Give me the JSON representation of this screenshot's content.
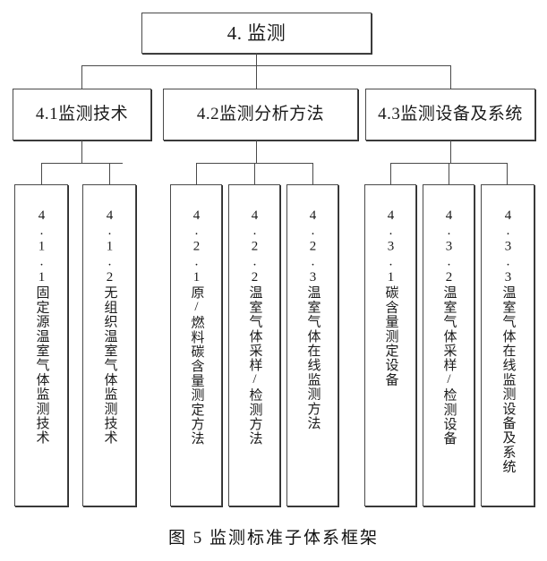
{
  "figure": {
    "caption": "图 5 监测标准子体系框架",
    "root": {
      "label": "4. 监测"
    },
    "level2": [
      {
        "id": "4.1",
        "label": "4.1监测技术"
      },
      {
        "id": "4.2",
        "label": "4.2监测分析方法"
      },
      {
        "id": "4.3",
        "label": "4.3监测设备及系统"
      }
    ],
    "level3": [
      {
        "id": "4.1.1",
        "parent": "4.1",
        "label": "4.1.1固定源温室气体监测技术"
      },
      {
        "id": "4.1.2",
        "parent": "4.1",
        "label": "4.1.2无组织温室气体监测技术"
      },
      {
        "id": "4.2.1",
        "parent": "4.2",
        "label": "4.2.1原/燃料碳含量测定方法"
      },
      {
        "id": "4.2.2",
        "parent": "4.2",
        "label": "4.2.2温室气体采样/检测方法"
      },
      {
        "id": "4.2.3",
        "parent": "4.2",
        "label": "4.2.3温室气体在线监测方法"
      },
      {
        "id": "4.3.1",
        "parent": "4.3",
        "label": "4.3.1碳含量测定设备"
      },
      {
        "id": "4.3.2",
        "parent": "4.3",
        "label": "4.3.2温室气体采样/检测设备"
      },
      {
        "id": "4.3.3",
        "parent": "4.3",
        "label": "4.3.3温室气体在线监测设备及系统"
      }
    ],
    "colors": {
      "box_border": "#4a4a4a",
      "connector": "#4a4a4a",
      "text": "#1a1a1a",
      "background": "#ffffff"
    }
  }
}
